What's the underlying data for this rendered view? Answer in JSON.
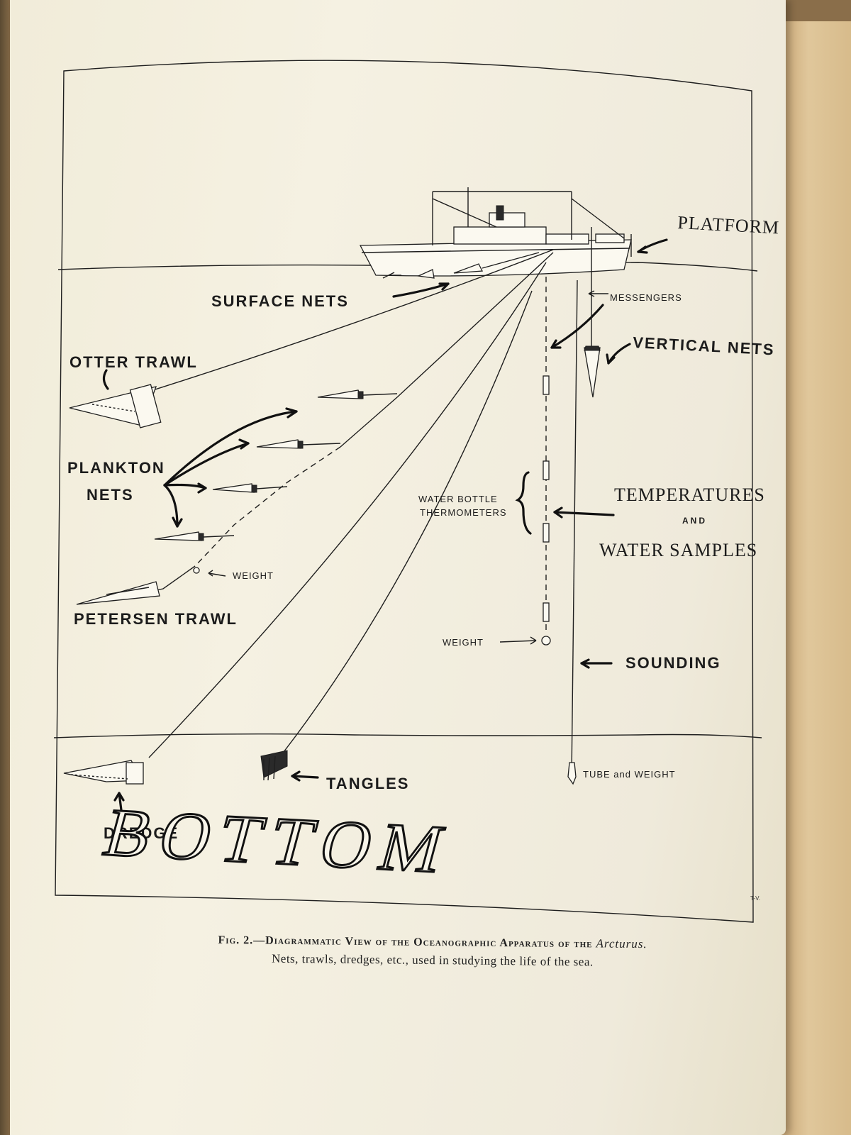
{
  "labels": {
    "platform": "PLATFORM",
    "surface_nets": "SURFACE NETS",
    "messengers": "MESSENGERS",
    "vertical_nets": "VERTICAL NETS",
    "otter_trawl": "OTTER TRAWL",
    "plankton_nets_1": "PLANKTON",
    "plankton_nets_2": "NETS",
    "water_bottle": "WATER BOTTLE",
    "thermometers": "THERMOMETERS",
    "temperatures": "TEMPERATURES",
    "and": "AND",
    "water_samples": "WATER SAMPLES",
    "weight_left": "WEIGHT",
    "petersen_trawl": "PETERSEN TRAWL",
    "weight_center": "WEIGHT",
    "sounding": "SOUNDING",
    "tube_and_weight": "TUBE and WEIGHT",
    "tangles": "TANGLES",
    "dredge": "DREDGE",
    "bottom": "BOTTOM"
  },
  "caption": {
    "line1_prefix": "Fig. 2.—Diagrammatic View of the Oceanographic Apparatus of the",
    "line1_italic": "Arcturus.",
    "line2": "Nets, trawls, dredges, etc., used in studying the life of the sea."
  },
  "initials": "T-V."
}
